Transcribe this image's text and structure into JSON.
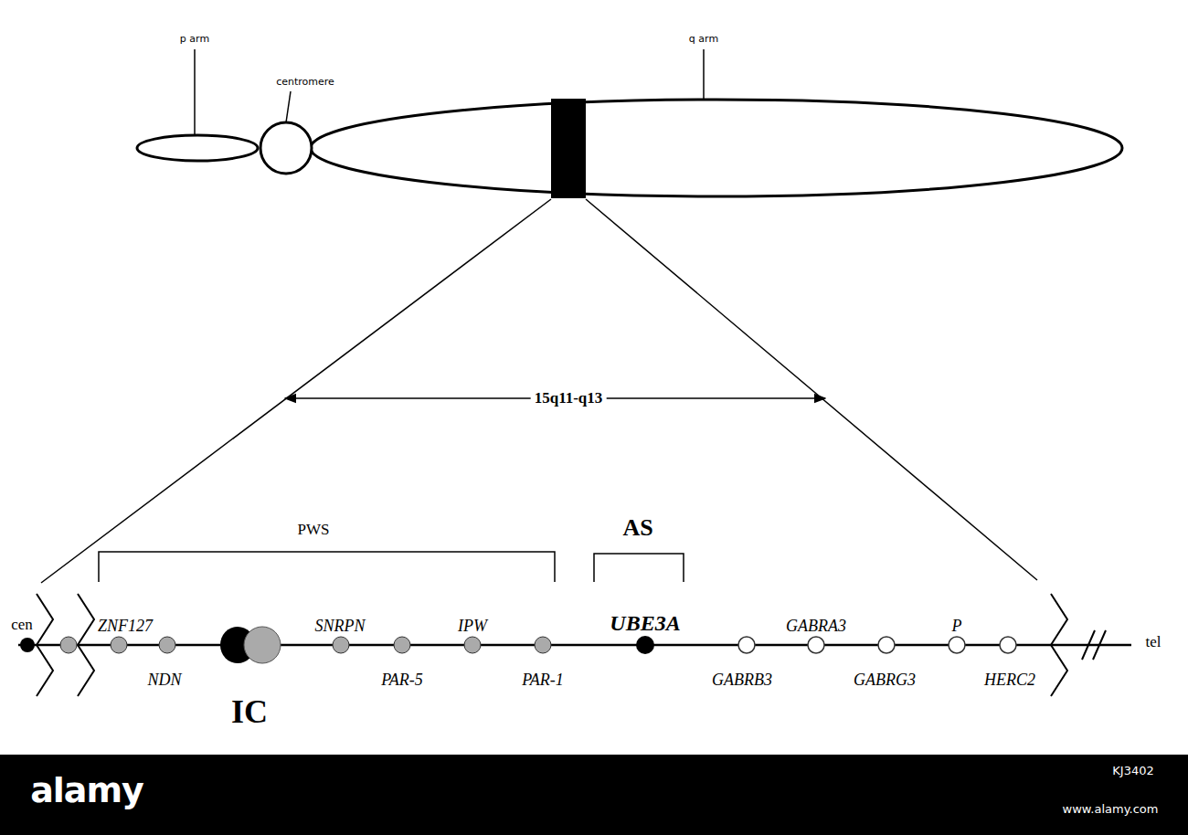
{
  "diagram": {
    "labels": [
      "p arm",
      "centromere",
      "q arm",
      "15q11-q13",
      "PWS",
      "AS",
      "cen",
      "ZNF127",
      "NDN",
      "IC",
      "SNRPN",
      "PAR-5",
      "IPW",
      "PAR-1",
      "UBE3A",
      "GABRB3",
      "GABRA3",
      "GABRG3",
      "P",
      "HERC2",
      "tel",
      "alamy",
      "KJ3402",
      "www.alamy.com"
    ]
  }
}
